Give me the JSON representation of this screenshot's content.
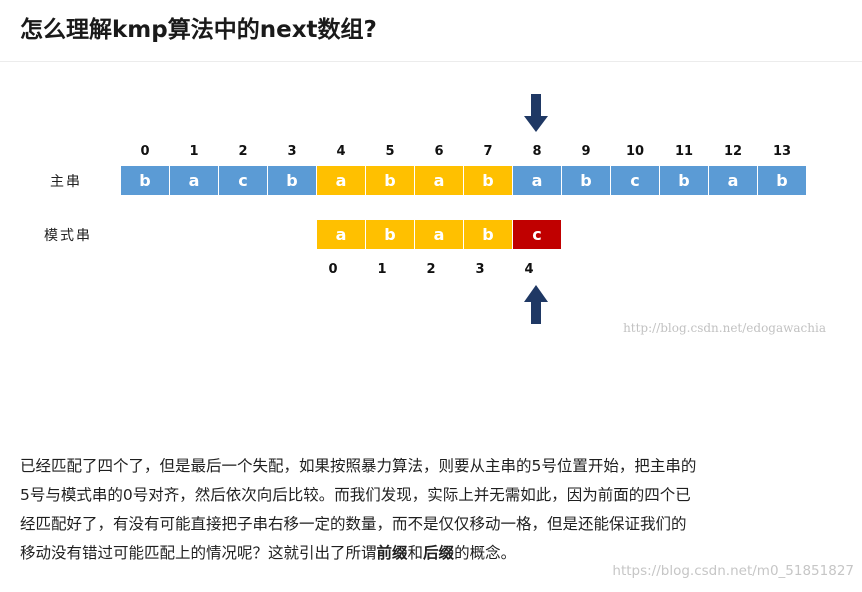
{
  "title": "怎么理解kmp算法中的next数组?",
  "figure": {
    "main_label": "主串",
    "pattern_label": "模式串",
    "main_indices": [
      "0",
      "1",
      "2",
      "3",
      "4",
      "5",
      "6",
      "7",
      "8",
      "9",
      "10",
      "11",
      "12",
      "13"
    ],
    "main_chars": [
      "b",
      "a",
      "c",
      "b",
      "a",
      "b",
      "a",
      "b",
      "a",
      "b",
      "c",
      "b",
      "a",
      "b"
    ],
    "pattern_chars": [
      "a",
      "b",
      "a",
      "b",
      "c"
    ],
    "pattern_indices": [
      "0",
      "1",
      "2",
      "3",
      "4"
    ],
    "watermark": "http://blog.csdn.net/edogawachia",
    "colors": {
      "blue": "#5b9bd5",
      "yellow": "#ffc000",
      "red": "#c00000",
      "arrow": "#1f3864"
    }
  },
  "paragraph": {
    "line1": "已经匹配了四个了，但是最后一个失配，如果按照暴力算法，则要从主串的5号位置开始，把主串的",
    "line2": "5号与模式串的0号对齐，然后依次向后比较。而我们发现，实际上并无需如此，因为前面的四个已",
    "line3": "经匹配好了，有没有可能直接把子串右移一定的数量，而不是仅仅移动一格，但是还能保证我们的",
    "line4_pre": "移动没有错过可能匹配上的情况呢？这就引出了所谓",
    "bold1": "前缀",
    "mid": "和",
    "bold2": "后缀",
    "line4_post": "的概念。"
  },
  "page_watermark": "https://blog.csdn.net/m0_51851827"
}
